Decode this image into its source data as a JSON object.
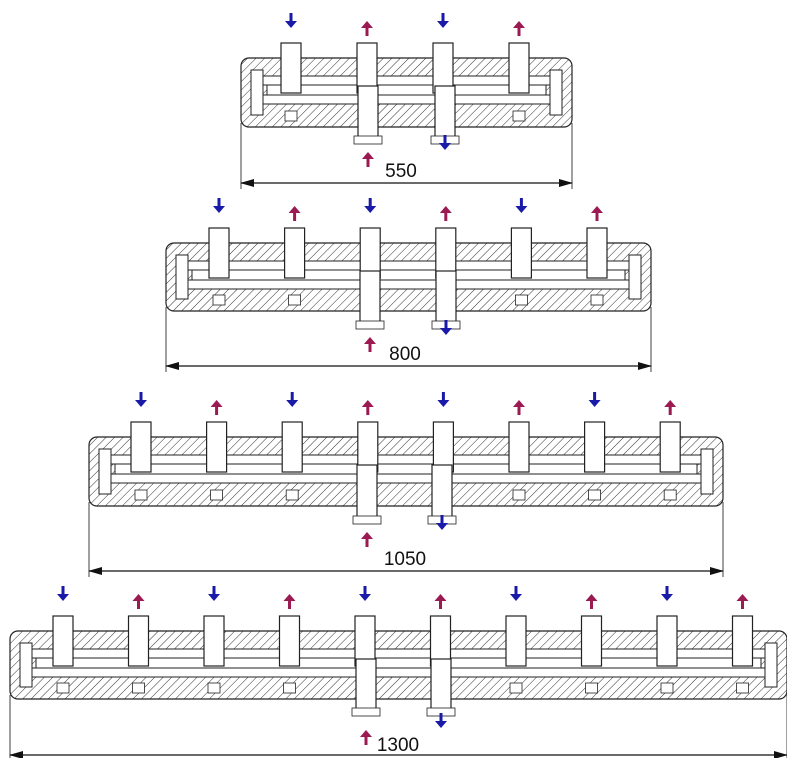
{
  "colors": {
    "supply_arrow": "#1a1aa8",
    "return_arrow": "#9b1a52",
    "outline": "#222222"
  },
  "icons": {
    "down": "arrow-down-icon",
    "up": "arrow-up-icon"
  },
  "manifolds": [
    {
      "width_label": "550",
      "top_ports": [
        "down",
        "up",
        "down",
        "up"
      ]
    },
    {
      "width_label": "800",
      "top_ports": [
        "down",
        "up",
        "down",
        "up",
        "down",
        "up"
      ]
    },
    {
      "width_label": "1050",
      "top_ports": [
        "down",
        "up",
        "down",
        "up",
        "down",
        "up",
        "down",
        "up"
      ]
    },
    {
      "width_label": "1300",
      "top_ports": [
        "down",
        "up",
        "down",
        "up",
        "down",
        "up",
        "down",
        "up",
        "down",
        "up"
      ]
    }
  ]
}
